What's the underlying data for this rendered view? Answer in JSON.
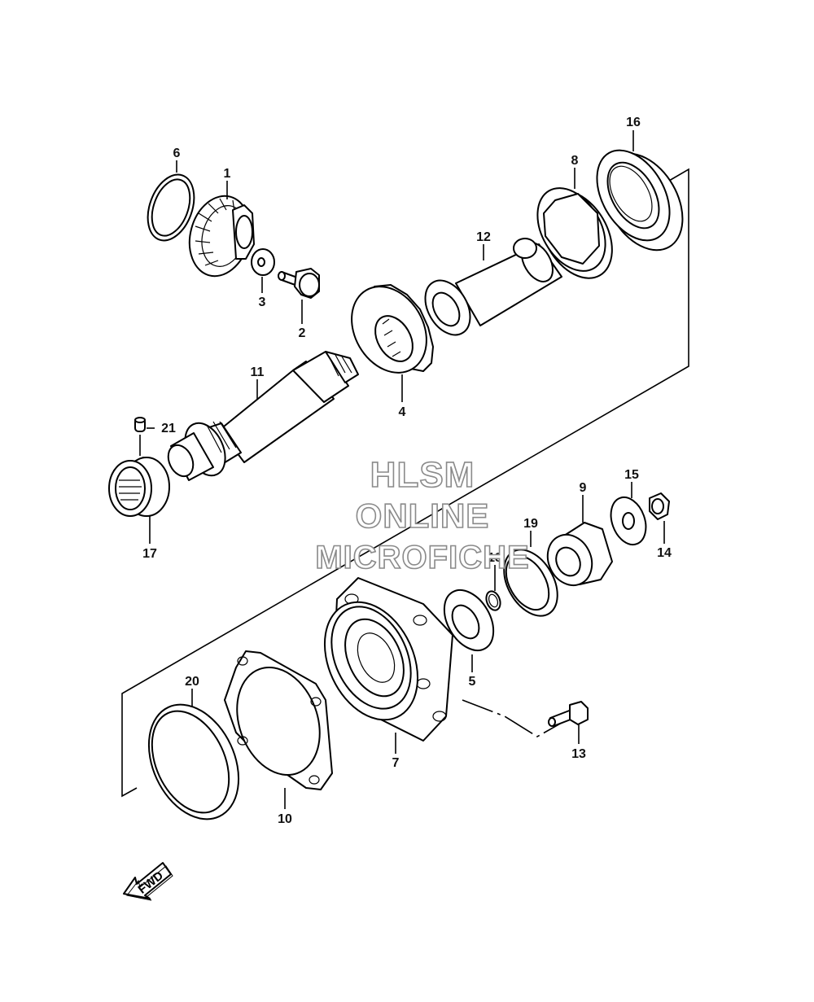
{
  "watermark": {
    "line1": "HLSM",
    "line2": "ONLINE",
    "line3": "MICROFICHE"
  },
  "fwd_label": "FWD",
  "callouts": {
    "p1": "1",
    "p2": "2",
    "p3": "3",
    "p4": "4",
    "p5": "5",
    "p6": "6",
    "p7": "7",
    "p8": "8",
    "p9": "9",
    "p10": "10",
    "p11": "11",
    "p12": "12",
    "p13": "13",
    "p14": "14",
    "p15": "15",
    "p16": "16",
    "p17": "17",
    "p18": "18",
    "p19": "19",
    "p20": "20",
    "p21": "21"
  }
}
